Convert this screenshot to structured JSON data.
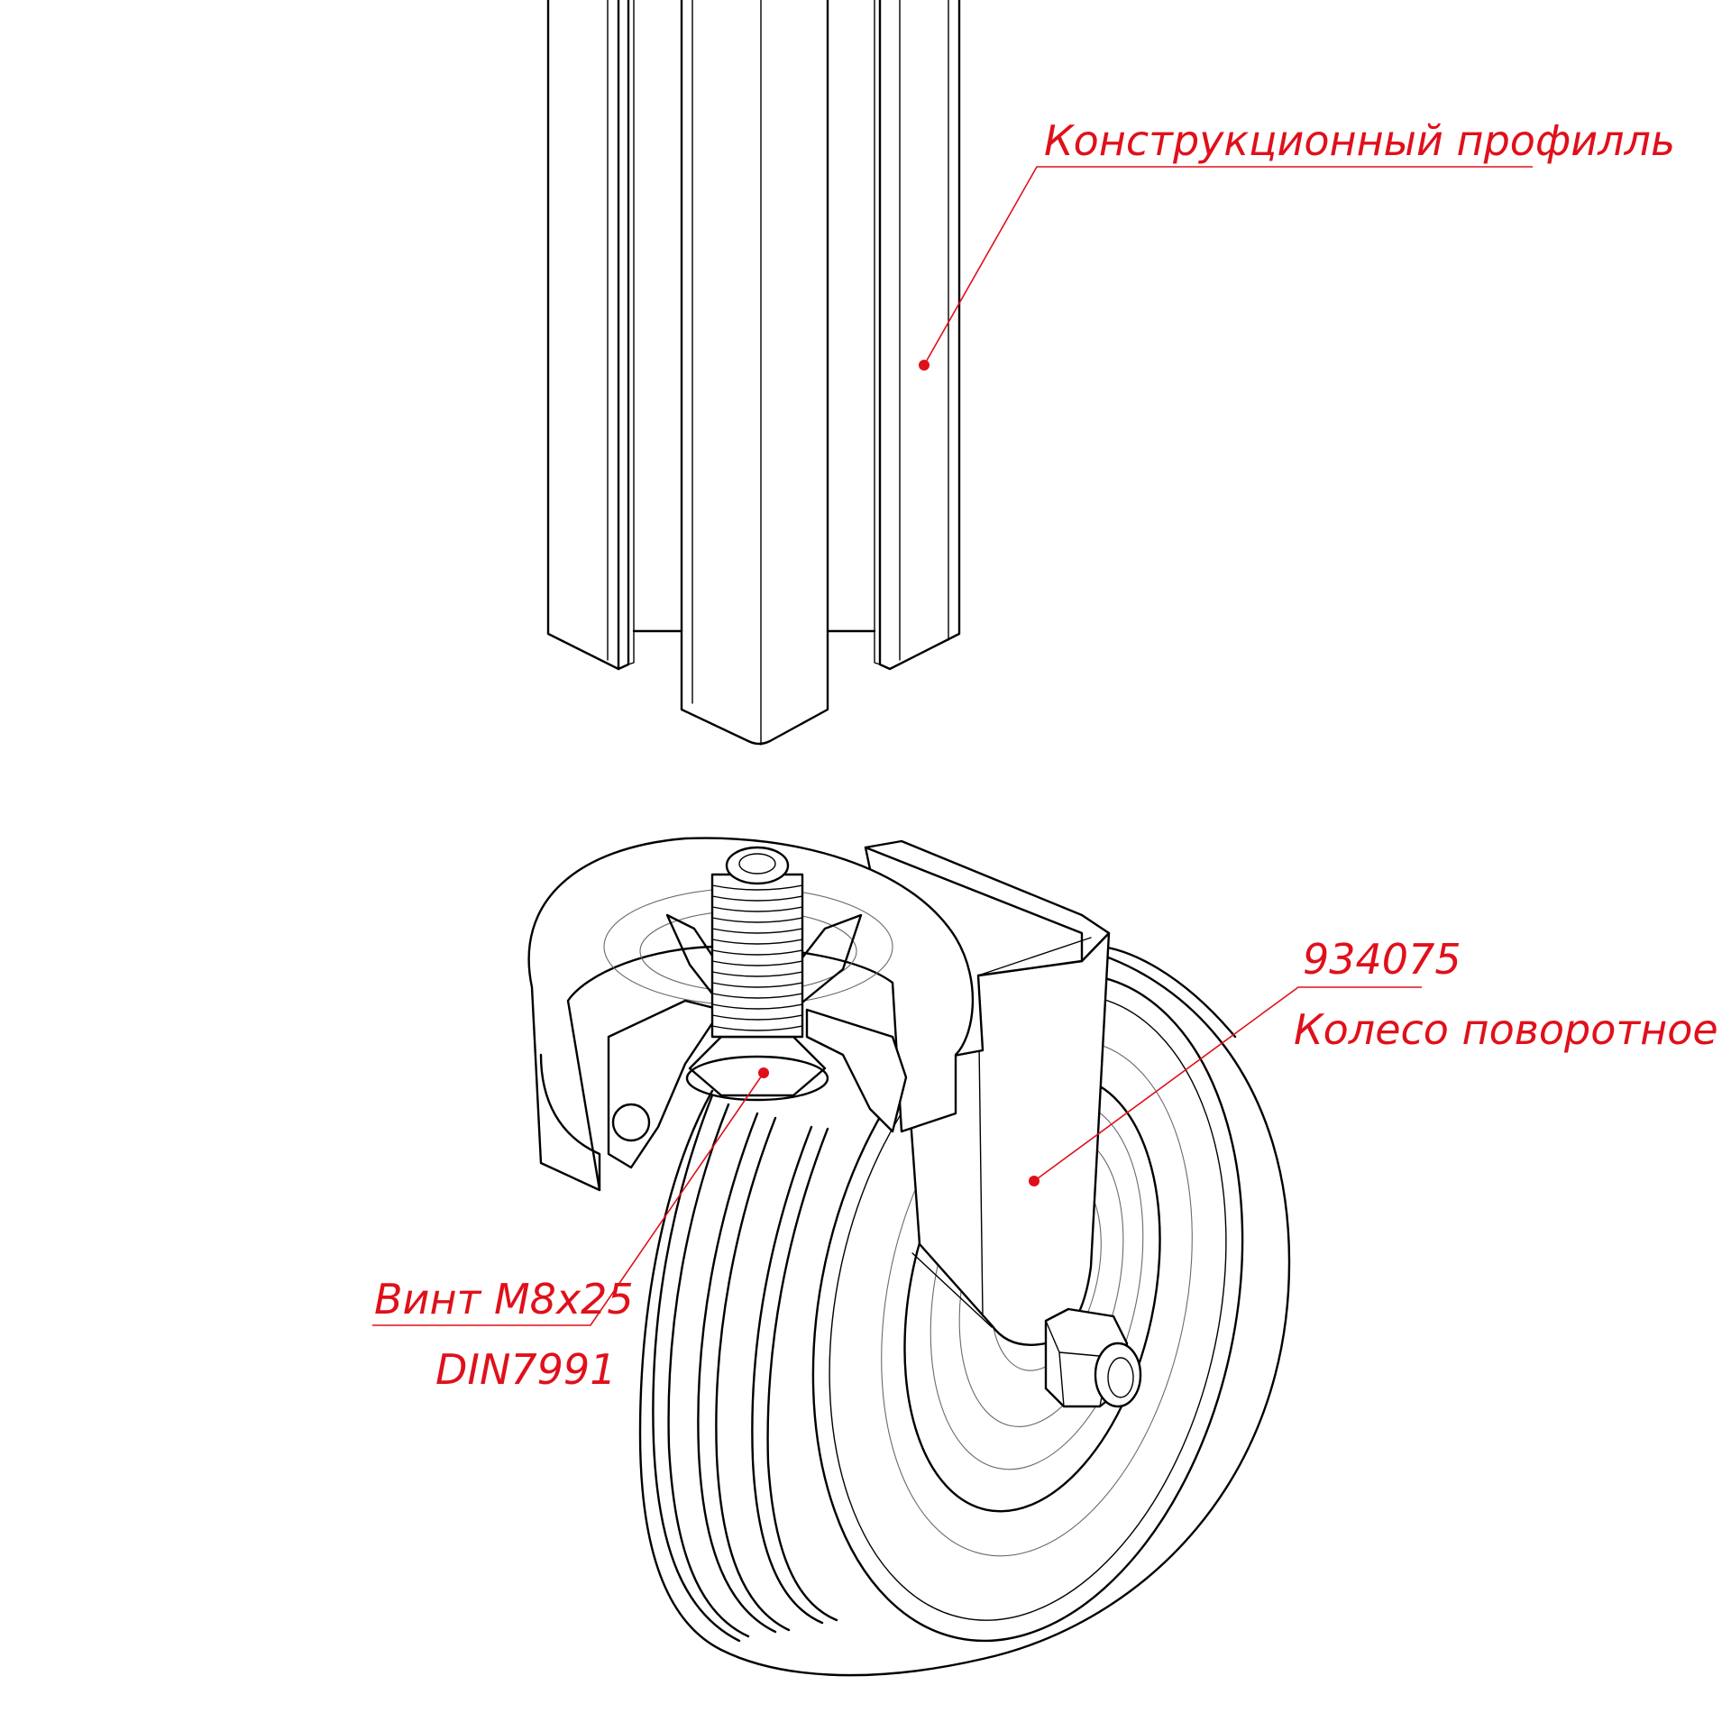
{
  "colors": {
    "annotation": "#e0101b",
    "line": "#000000",
    "background": "#ffffff"
  },
  "callouts": {
    "profile": {
      "text": "Конструкционный профилль"
    },
    "wheel": {
      "part_number": "934075",
      "name": "Колесо поворотное"
    },
    "screw": {
      "name": "Винт М8х25",
      "standard": "DIN7991"
    }
  }
}
